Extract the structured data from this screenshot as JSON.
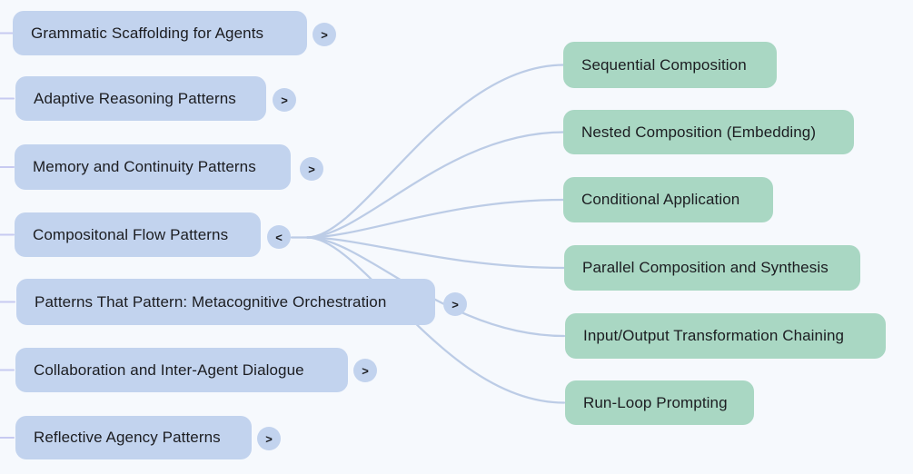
{
  "app": {
    "view": "mind-map-canvas"
  },
  "colors": {
    "background": "#f6f9fd",
    "topic_node_fill": "#c2d3ee",
    "subtopic_node_fill": "#a9d7c3",
    "node_text": "#1c1d21",
    "connector_curve": "#bccce6",
    "parent_stub": "#c7caf1"
  },
  "mindmap": {
    "left_nodes": [
      {
        "label": "Grammatic Scaffolding for Agents",
        "toggle": ">",
        "expanded": false
      },
      {
        "label": "Adaptive Reasoning Patterns",
        "toggle": ">",
        "expanded": false
      },
      {
        "label": "Memory and Continuity Patterns",
        "toggle": ">",
        "expanded": false
      },
      {
        "label": "Compositonal Flow Patterns",
        "toggle": "<",
        "expanded": true
      },
      {
        "label": "Patterns That Pattern: Metacognitive Orchestration",
        "toggle": ">",
        "expanded": false
      },
      {
        "label": "Collaboration and Inter-Agent Dialogue",
        "toggle": ">",
        "expanded": false
      },
      {
        "label": "Reflective Agency Patterns",
        "toggle": ">",
        "expanded": false
      }
    ],
    "right_nodes": [
      {
        "label": "Sequential Composition"
      },
      {
        "label": "Nested Composition (Embedding)"
      },
      {
        "label": "Conditional Application"
      },
      {
        "label": "Parallel Composition and Synthesis"
      },
      {
        "label": "Input/Output Transformation Chaining"
      },
      {
        "label": "Run-Loop Prompting"
      }
    ],
    "expanded_parent": "Compositonal Flow Patterns",
    "connections": [
      {
        "from": "Compositonal Flow Patterns",
        "to": "Sequential Composition"
      },
      {
        "from": "Compositonal Flow Patterns",
        "to": "Nested Composition (Embedding)"
      },
      {
        "from": "Compositonal Flow Patterns",
        "to": "Conditional Application"
      },
      {
        "from": "Compositonal Flow Patterns",
        "to": "Parallel Composition and Synthesis"
      },
      {
        "from": "Compositonal Flow Patterns",
        "to": "Input/Output Transformation Chaining"
      },
      {
        "from": "Compositonal Flow Patterns",
        "to": "Run-Loop Prompting"
      }
    ]
  }
}
